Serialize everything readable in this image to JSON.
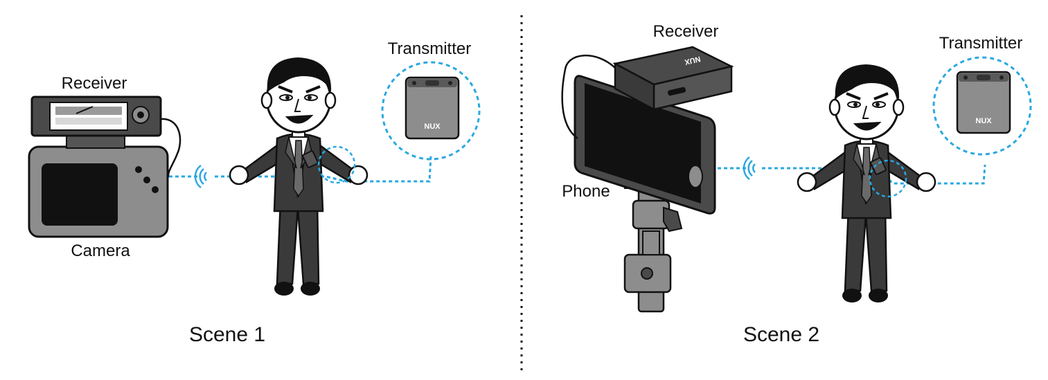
{
  "colors": {
    "link": "#29a8e0",
    "device_dark": "#4a4a4a",
    "device_mid": "#8d8d8d",
    "outline": "#111111"
  },
  "device_brand": "NUX",
  "scene1": {
    "caption": "Scene 1",
    "receiver_label": "Receiver",
    "camera_label": "Camera",
    "transmitter_label": "Transmitter"
  },
  "scene2": {
    "caption": "Scene 2",
    "receiver_label": "Receiver",
    "phone_label": "Phone",
    "transmitter_label": "Transmitter"
  }
}
